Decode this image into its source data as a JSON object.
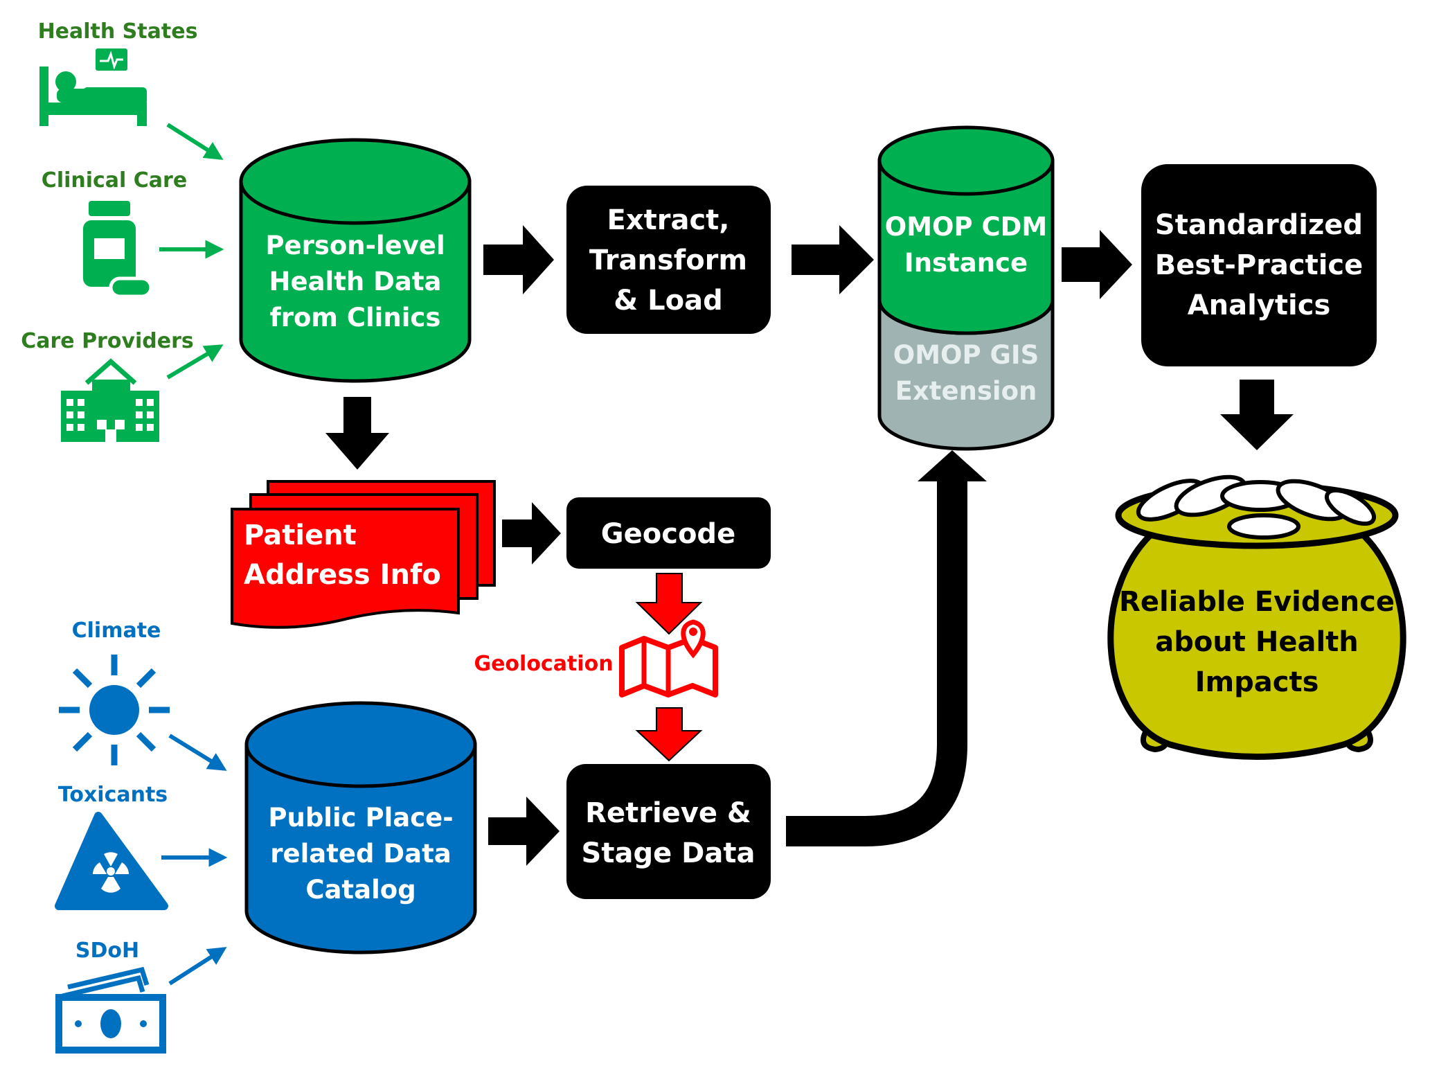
{
  "colors": {
    "green": "#00B050",
    "green_text": "#2E7D1F",
    "blue": "#0070C0",
    "red": "#FF0000",
    "grey": "#9EB3B2",
    "grey_text": "#E6EEEE",
    "black": "#000000",
    "gold": "#C9C800"
  },
  "health_sources": {
    "health_states": {
      "label": "Health States",
      "icon": "hospital-bed-icon"
    },
    "clinical_care": {
      "label": "Clinical Care",
      "icon": "pill-bottle-icon"
    },
    "care_providers": {
      "label": "Care Providers",
      "icon": "hospital-building-icon"
    }
  },
  "place_sources": {
    "climate": {
      "label": "Climate",
      "icon": "sun-icon"
    },
    "toxicants": {
      "label": "Toxicants",
      "icon": "radiation-hazard-icon"
    },
    "sdoh": {
      "label": "SDoH",
      "icon": "money-bill-icon"
    }
  },
  "nodes": {
    "person_data": {
      "lines": [
        "Person-level",
        "Health Data",
        "from Clinics"
      ]
    },
    "etl": {
      "lines": [
        "Extract,",
        "Transform",
        "& Load"
      ]
    },
    "omop_cdm": {
      "lines": [
        "OMOP CDM",
        "Instance"
      ]
    },
    "omop_gis": {
      "lines": [
        "OMOP GIS",
        "Extension"
      ]
    },
    "analytics": {
      "lines": [
        "Standardized",
        "Best-Practice",
        "Analytics"
      ]
    },
    "patient_address": {
      "lines": [
        "Patient",
        "Address Info"
      ]
    },
    "geocode": {
      "label": "Geocode"
    },
    "geolocation": {
      "label": "Geolocation",
      "icon": "map-pin-icon"
    },
    "public_catalog": {
      "lines": [
        "Public Place-",
        "related Data",
        "Catalog"
      ]
    },
    "retrieve": {
      "lines": [
        "Retrieve &",
        "Stage Data"
      ]
    },
    "evidence": {
      "lines": [
        "Reliable Evidence",
        "about Health",
        "Impacts"
      ],
      "icon": "pot-of-gold-icon"
    }
  }
}
